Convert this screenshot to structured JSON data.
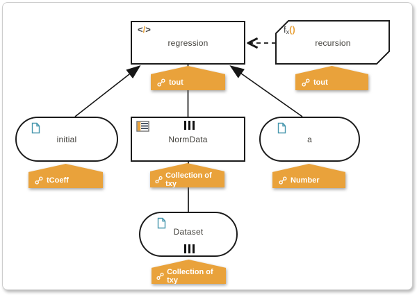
{
  "diagram": {
    "nodes": {
      "regression": {
        "label": "regression",
        "shape": "rectangle",
        "icon": "code-icon"
      },
      "recursion": {
        "label": "recursion",
        "shape": "beveled-rectangle",
        "icon": "function-icon"
      },
      "initial": {
        "label": "initial",
        "shape": "pill",
        "icon": "document-icon"
      },
      "normdata": {
        "label": "NormData",
        "shape": "rectangle",
        "icon": "list-icon",
        "marker": "collection"
      },
      "a": {
        "label": "a",
        "shape": "pill",
        "icon": "document-icon"
      },
      "dataset": {
        "label": "Dataset",
        "shape": "pill",
        "icon": "document-icon",
        "marker": "collection"
      }
    },
    "annotations": {
      "regression_out": "tout",
      "recursion_out": "tout",
      "initial_out": "tCoeff",
      "normdata_out": "Collection of txy",
      "a_out": "Number",
      "dataset_out": "Collection of txy"
    },
    "connectors": [
      {
        "from": "initial",
        "to": "regression",
        "style": "solid-arrow"
      },
      {
        "from": "normdata",
        "to": "regression",
        "style": "solid-line"
      },
      {
        "from": "a",
        "to": "regression",
        "style": "solid-arrow"
      },
      {
        "from": "dataset",
        "to": "normdata",
        "style": "solid-line"
      },
      {
        "from": "recursion",
        "to": "regression",
        "style": "dashed-arrow"
      }
    ],
    "icons": {
      "code": {
        "lt": "<",
        "slash": "/",
        "gt": ">"
      },
      "function": {
        "f": "f",
        "x": "x",
        "parens": "()"
      }
    },
    "colors": {
      "accent_orange": "#E9A23B",
      "node_border": "#1B1B1B",
      "node_text": "#42403B",
      "document_icon_teal": "#4596AD",
      "annotation_text": "#FFFFFF",
      "frame_border": "#CDCDCD"
    }
  }
}
